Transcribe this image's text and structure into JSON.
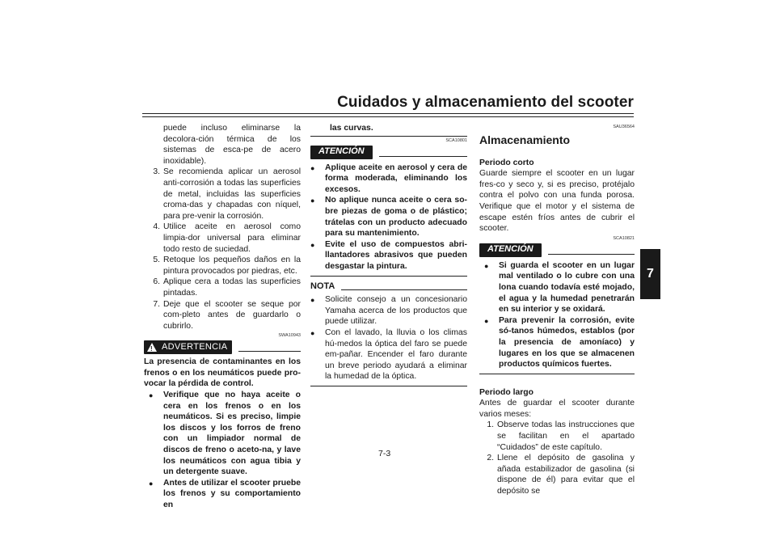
{
  "header": {
    "title": "Cuidados y almacenamiento del scooter"
  },
  "chapter_tab": "7",
  "page_number": "7-3",
  "col1": {
    "intro_cont": "puede incluso eliminarse la decolora-ción térmica de los sistemas de esca-pe de acero inoxidable).",
    "items": [
      {
        "n": "3.",
        "t": "Se recomienda aplicar un aerosol anti-corrosión a todas las superficies de metal, incluidas las superficies croma-das y chapadas con níquel, para pre-venir la corrosión."
      },
      {
        "n": "4.",
        "t": "Utilice aceite en aerosol como limpia-dor universal para eliminar todo resto de suciedad."
      },
      {
        "n": "5.",
        "t": "Retoque los pequeños daños en la pintura provocados por piedras, etc."
      },
      {
        "n": "6.",
        "t": "Aplique cera a todas las superficies pintadas."
      },
      {
        "n": "7.",
        "t": "Deje que el scooter se seque por com-pleto antes de guardarlo o cubrirlo."
      }
    ],
    "warning_code": "SWA10943",
    "warning_label": "ADVERTENCIA",
    "warning_intro": "La presencia de contaminantes en los frenos o en los neumáticos puede pro-vocar la pérdida de control.",
    "warning_bullets": [
      "Verifique que no haya aceite o cera en los frenos o en los neumáticos. Si es preciso, limpie los discos y los forros de freno con un limpiador normal de discos de freno o aceto-na, y lave los neumáticos con agua tibia y un detergente suave.",
      "Antes de utilizar el scooter pruebe los frenos y su comportamiento en"
    ]
  },
  "col2": {
    "cont": "las curvas.",
    "caution_code": "SCA10801",
    "caution_label": "ATENCIÓN",
    "caution_bullets": [
      "Aplique aceite en aerosol y cera de forma moderada, eliminando los excesos.",
      "No aplique nunca aceite o cera so-bre piezas de goma o de plástico; trátelas con un producto adecuado para su mantenimiento.",
      "Evite el uso de compuestos abri-llantadores abrasivos que pueden desgastar la pintura."
    ],
    "nota_label": "NOTA",
    "nota_bullets": [
      "Solicite consejo a un concesionario Yamaha acerca de los productos que puede utilizar.",
      "Con el lavado, la lluvia o los climas hú-medos la óptica del faro se puede em-pañar. Encender el faro durante un breve periodo ayudará a eliminar la humedad de la óptica."
    ]
  },
  "col3": {
    "section_code": "SAU36564",
    "section_title": "Almacenamiento",
    "short_title": "Periodo corto",
    "short_text": "Guarde siempre el scooter en un lugar fres-co y seco y, si es preciso, protéjalo contra el polvo con una funda porosa. Verifique que el motor y el sistema de escape estén fríos antes de cubrir el scooter.",
    "caution_code": "SCA10821",
    "caution_label": "ATENCIÓN",
    "caution_bullets": [
      "Si guarda el scooter en un lugar mal ventilado o lo cubre con una lona cuando todavía esté mojado, el agua y la humedad penetrarán en su interior y se oxidará.",
      "Para prevenir la corrosión, evite só-tanos húmedos, establos (por la presencia de amoníaco) y lugares en los que se almacenen productos químicos fuertes."
    ],
    "long_title": "Periodo largo",
    "long_text": "Antes de guardar el scooter durante varios meses:",
    "items": [
      {
        "n": "1.",
        "t": "Observe todas las instrucciones que se facilitan en el apartado “Cuidados” de este capítulo."
      },
      {
        "n": "2.",
        "t": "Llene el depósito de gasolina y añada estabilizador de gasolina (si dispone de él) para evitar que el depósito se"
      }
    ]
  }
}
